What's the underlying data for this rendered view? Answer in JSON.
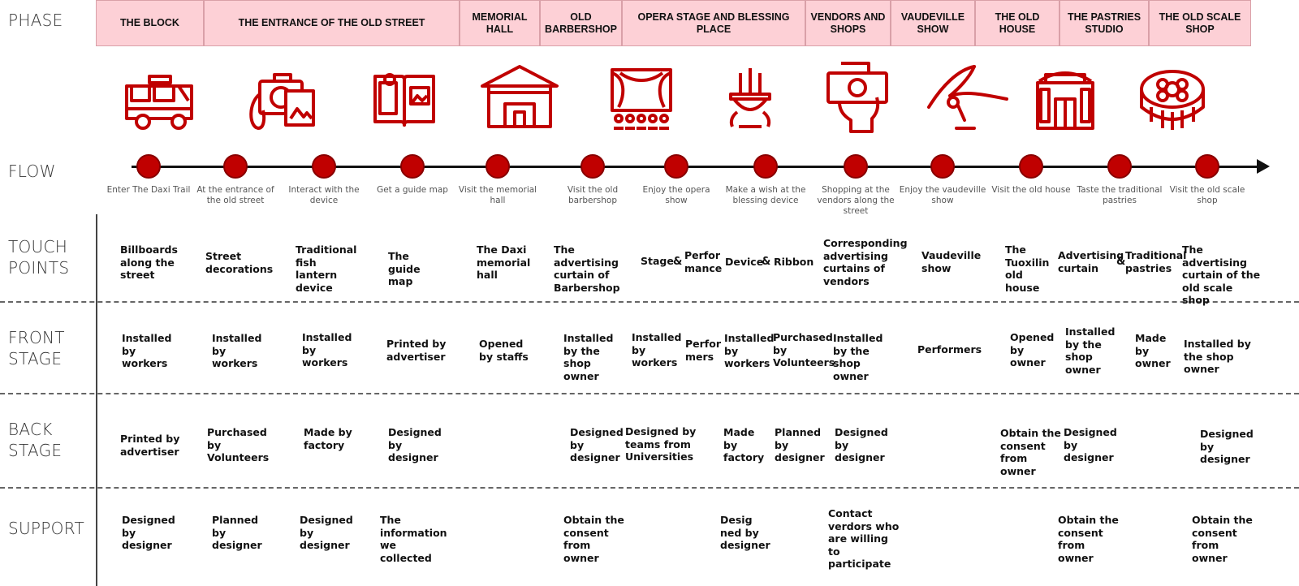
{
  "rows": {
    "phase": "PHASE",
    "flow": "FLOW",
    "touch": [
      "TOUCH",
      "POINTS"
    ],
    "front": [
      "FRONT",
      "STAGE"
    ],
    "back": [
      "BACK",
      "STAGE"
    ],
    "support": "SUPPORT"
  },
  "phases": [
    "THE BLOCK",
    "THE ENTRANCE OF THE OLD STREET",
    "MEMORIAL HALL",
    "OLD BARBERSHOP",
    "OPERA STAGE AND BLESSING PLACE",
    "VENDORS AND SHOPS",
    "VAUDEVILLE SHOW",
    "THE OLD HOUSE",
    "THE PASTRIES STUDIO",
    "THE OLD SCALE SHOP"
  ],
  "icons": [
    "truck-icon",
    "camera-photo-icon",
    "guide-map-book-icon",
    "memorial-hall-icon",
    "opera-stage-icon",
    "incense-burner-icon",
    "hand-money-icon",
    "acrobat-performer-icon",
    "old-house-gate-icon",
    "mooncake-icon"
  ],
  "flow_steps": [
    "Enter The Daxi Trail",
    "At the entrance of the old street",
    "Interact with the device",
    "Get a guide map",
    "Visit the memorial hall",
    "Visit the old barbershop",
    "Enjoy the opera show",
    "Make a wish at the blessing device",
    "Shopping at the vendors along the street",
    "Enjoy the vaudeville show",
    "Visit the old house",
    "Taste the traditional pastries",
    "Visit the old scale shop"
  ],
  "touch_points": [
    "Billboards along the street",
    "Street decorations",
    "Traditional fish lantern device",
    "The guide map",
    "The Daxi memorial hall",
    "The advertising curtain of Barbershop",
    "Stage",
    "Perfor mance",
    "Device",
    "Ribbon",
    "Corresponding advertising curtains of vendors",
    "Vaudeville show",
    "The Tuoxilin old house",
    "Advertising curtain",
    "Traditional pastries",
    "The advertising curtain of the old scale shop"
  ],
  "amp": "&",
  "front_stage": [
    "Installed by workers",
    "Installed by workers",
    "Installed by workers",
    "Printed by advertiser",
    "Opened by staffs",
    "Installed by the shop owner",
    "Installed by workers",
    "Perfor mers",
    "Installed by workers",
    "Purchased by Volunteers",
    "Installed by the shop owner",
    "Performers",
    "Opened by owner",
    "Installed by the shop owner",
    "Made by owner",
    "Installed by the shop owner"
  ],
  "back_stage": [
    "Printed by advertiser",
    "Purchased by Volunteers",
    "Made by factory",
    "Designed by designer",
    "Designed by designer",
    "Designed by teams from Universities",
    "Made by factory",
    "Planned by designer",
    "Designed by designer",
    "Obtain the consent from owner",
    "Designed by designer",
    "Designed by designer"
  ],
  "support": [
    "Designed by designer",
    "Planned by designer",
    "Designed by designer",
    "The information we collected",
    "Obtain the consent from owner",
    "Desig ned by designer",
    "Contact verdors who are willing to participate",
    "Obtain the consent from owner",
    "Obtain the consent from owner"
  ],
  "colors": {
    "accent": "#c00000",
    "phase_fill": "#fdd0d6"
  }
}
